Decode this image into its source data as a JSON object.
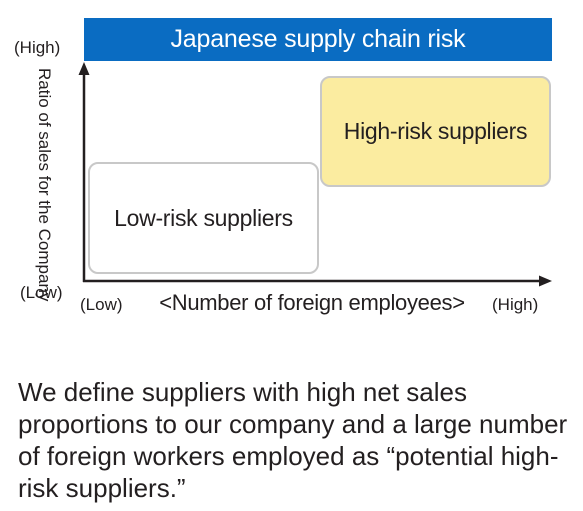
{
  "diagram": {
    "title": "Japanese supply chain risk",
    "y_axis": {
      "label": "Ratio of sales for the Company",
      "high": "(High)",
      "low": "(Low)"
    },
    "x_axis": {
      "label": "<Number of foreign employees>",
      "low": "(Low)",
      "high": "(High)"
    },
    "quadrants": {
      "low_risk": "Low-risk suppliers",
      "high_risk": "High-risk suppliers"
    },
    "colors": {
      "banner": "#0a6cc2",
      "high_risk_fill": "#fbeca0",
      "box_border": "#c8c8c8"
    }
  },
  "description": "We define suppliers with high net sales proportions to our company and a large number of foreign workers employed as “potential high-risk suppliers.”"
}
